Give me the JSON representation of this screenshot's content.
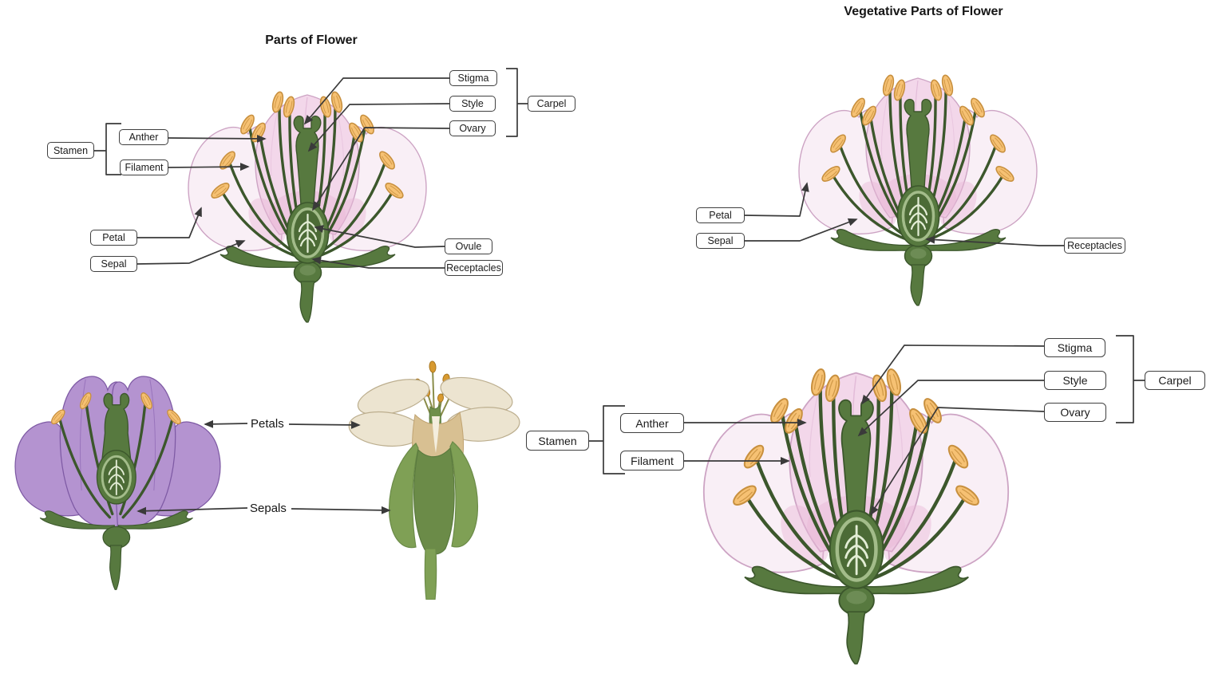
{
  "top_left": {
    "title": "Parts of Flower",
    "labels": {
      "stigma": "Stigma",
      "style": "Style",
      "ovary": "Ovary",
      "carpel": "Carpel",
      "stamen": "Stamen",
      "anther": "Anther",
      "filament": "Filament",
      "petal": "Petal",
      "sepal": "Sepal",
      "ovule": "Ovule",
      "receptacles": "Receptacles"
    }
  },
  "top_right": {
    "title": "Vegetative Parts of Flower",
    "labels": {
      "petal": "Petal",
      "sepal": "Sepal",
      "receptacles": "Receptacles"
    }
  },
  "bottom_left": {
    "labels": {
      "petals": "Petals",
      "sepals": "Sepals"
    }
  },
  "bottom_right": {
    "labels": {
      "stamen": "Stamen",
      "anther": "Anther",
      "filament": "Filament",
      "stigma": "Stigma",
      "style": "Style",
      "ovary": "Ovary",
      "carpel": "Carpel"
    }
  },
  "colors": {
    "background": "#ffffff",
    "line": "#3a3a3a",
    "label_border": "#3f3f3f",
    "label_text": "#1b1b1b",
    "petal_side": "#f9eff6",
    "petal_center": "#f3d7ea",
    "petal_wash": "#e9b9d8",
    "petal_edge": "#cda4c4",
    "purple_petal": "#b493d0",
    "purple_edge": "#7e5aa4",
    "green_main": "#57793f",
    "green_dark": "#3c572c",
    "green_deep": "#4c6b36",
    "green_ring": "#a3bc8a",
    "green_hi": "#7c9a64",
    "vein": "#e3edd5",
    "anther": "#f6c173",
    "anther_dark": "#c8903f",
    "cream_petal": "#ece4d0",
    "cream_edge": "#bcae8e",
    "tan": "#d8c092",
    "tan_dark": "#c0a371",
    "cream_sepal": "#7fa055",
    "cream_sepal_dark": "#6b8b48",
    "cream_anther": "#d89a30"
  }
}
